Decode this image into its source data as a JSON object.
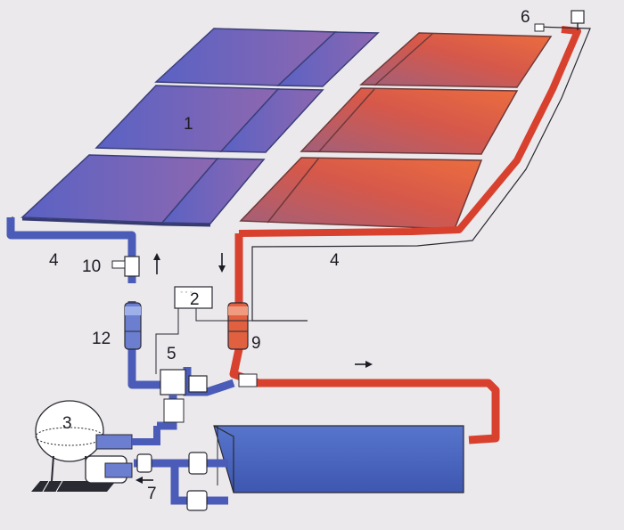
{
  "labels": {
    "collectors": "1",
    "controller": "2",
    "filter": "3",
    "pipe_left": "4",
    "pipe_right": "4",
    "valve_block": "5",
    "air_vent": "6",
    "pump": "7",
    "check_valve": "9",
    "drain_valve": "10",
    "feed_valve": "12"
  },
  "colors": {
    "background": "#ece9ec",
    "cold_pipe": "#4a5cb8",
    "hot_pipe": "#d8412e",
    "pool": "#4f6cc4",
    "outline": "#2a2a33"
  },
  "icons": {
    "flow_arrows": "arrow-icon",
    "air_vent": "vent-icon"
  }
}
